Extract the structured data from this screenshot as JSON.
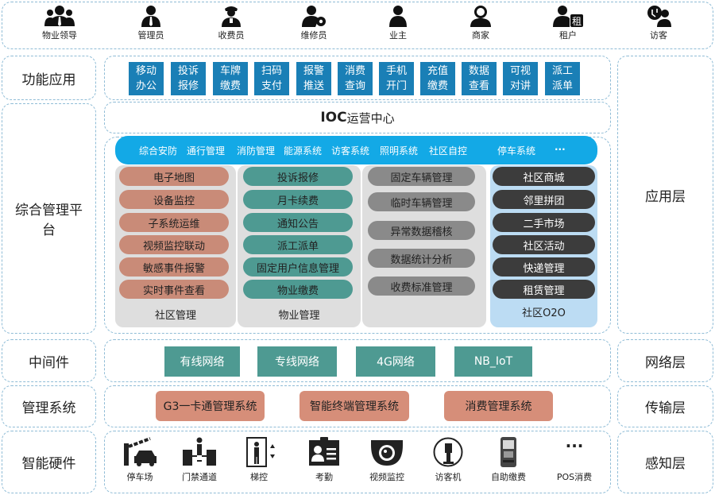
{
  "roles": [
    {
      "label": "物业领导",
      "icon": "leader-icon"
    },
    {
      "label": "管理员",
      "icon": "admin-icon"
    },
    {
      "label": "收费员",
      "icon": "cashier-icon"
    },
    {
      "label": "维修员",
      "icon": "repairman-icon"
    },
    {
      "label": "业主",
      "icon": "owner-icon"
    },
    {
      "label": "商家",
      "icon": "merchant-icon"
    },
    {
      "label": "租户",
      "icon": "tenant-icon",
      "badge": "租"
    },
    {
      "label": "访客",
      "icon": "visitor-icon"
    }
  ],
  "left_labels": {
    "func_app": "功能应用",
    "platform": "综合管理平台",
    "middleware": "中间件",
    "mgmt_system": "管理系统",
    "hardware": "智能硬件"
  },
  "right_labels": {
    "app_layer": "应用层",
    "network_layer": "网络层",
    "transport_layer": "传输层",
    "perception_layer": "感知层"
  },
  "func_apps": [
    "移动\n办公",
    "投诉\n报修",
    "车牌\n缴费",
    "扫码\n支付",
    "报警\n推送",
    "消费\n查询",
    "手机\n开门",
    "充值\n缴费",
    "数据\n查看",
    "可视\n对讲",
    "派工\n派单"
  ],
  "ioc": {
    "prefix": "IOC",
    "title": "运营中心"
  },
  "subsystems": [
    "综合安防",
    "通行管理",
    "消防管理",
    "能源系统",
    "访客系统",
    "照明系统",
    "社区自控",
    "停车系统",
    "···"
  ],
  "columns": [
    {
      "title": "社区管理",
      "items": [
        "电子地图",
        "设备监控",
        "子系统运维",
        "视频监控联动",
        "敏感事件报警",
        "实时事件查看"
      ]
    },
    {
      "title": "物业管理",
      "items": [
        "投诉报修",
        "月卡续费",
        "通知公告",
        "派工派单",
        "固定用户信息管理",
        "物业缴费"
      ]
    },
    {
      "title": "",
      "items": [
        "固定车辆管理",
        "临时车辆管理",
        "异常数据稽核",
        "数据统计分析",
        "收费标准管理"
      ]
    },
    {
      "title": "社区O2O",
      "items": [
        "社区商城",
        "邻里拼团",
        "二手市场",
        "社区活动",
        "快递管理",
        "租赁管理"
      ]
    }
  ],
  "networks": [
    "有线网络",
    "专线网络",
    "4G网络",
    "NB_IoT"
  ],
  "mgmt_systems": [
    "G3一卡通管理系统",
    "智能终端管理系统",
    "消费管理系统"
  ],
  "devices": [
    {
      "label": "停车场",
      "icon": "parking-gate-icon"
    },
    {
      "label": "门禁通道",
      "icon": "access-gate-icon"
    },
    {
      "label": "梯控",
      "icon": "elevator-icon"
    },
    {
      "label": "考勤",
      "icon": "attendance-icon"
    },
    {
      "label": "视频监控",
      "icon": "camera-icon"
    },
    {
      "label": "访客机",
      "icon": "visitor-kiosk-icon"
    },
    {
      "label": "自助缴费",
      "icon": "self-pay-icon"
    },
    {
      "label": "POS消费",
      "icon": "pos-icon",
      "glyph": "···"
    }
  ],
  "colors": {
    "border": "#8fbcd6",
    "func_btn": "#1a7fb6",
    "bar": "#13a9e6",
    "col1_pill": "#c98b78",
    "col2_pill": "#4e9a92",
    "col3_pill": "#8a8a8a",
    "col4_pill": "#3c3c3c",
    "col4_bg": "#bcdcf3",
    "col_bg": "#dedede",
    "network_btn": "#4e9a92",
    "mgmt_btn": "#d68e79"
  }
}
